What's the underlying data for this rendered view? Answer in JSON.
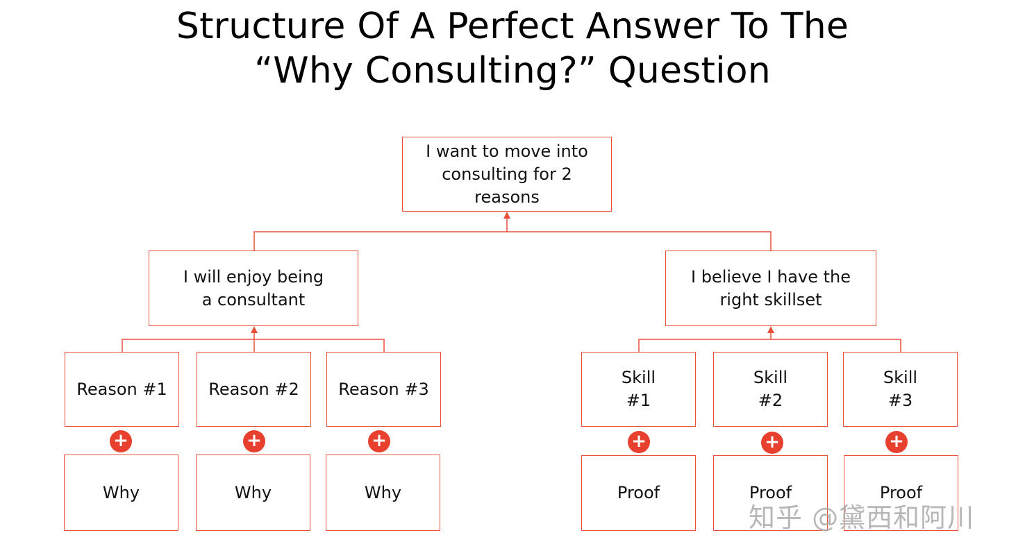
{
  "title": {
    "line1": "Structure Of A Perfect Answer To The",
    "line2": "“Why Consulting?” Question"
  },
  "nodes": {
    "root": "I want to move into\nconsulting for 2\nreasons",
    "enjoy": "I will enjoy being\na consultant",
    "skillset": "I believe I have the\nright skillset",
    "reason1": "Reason #1",
    "reason2": "Reason #2",
    "reason3": "Reason #3",
    "skill1": "Skill\n#1",
    "skill2": "Skill\n#2",
    "skill3": "Skill\n#3",
    "why1": "Why",
    "why2": "Why",
    "why3": "Why",
    "proof1": "Proof",
    "proof2": "Proof",
    "proof3": "Proof"
  },
  "plus_symbol": "+",
  "watermark": "知乎 @黛西和阿川",
  "colors": {
    "accent": "#e8503a",
    "plus_fill": "#e8402e",
    "text": "#111111"
  }
}
